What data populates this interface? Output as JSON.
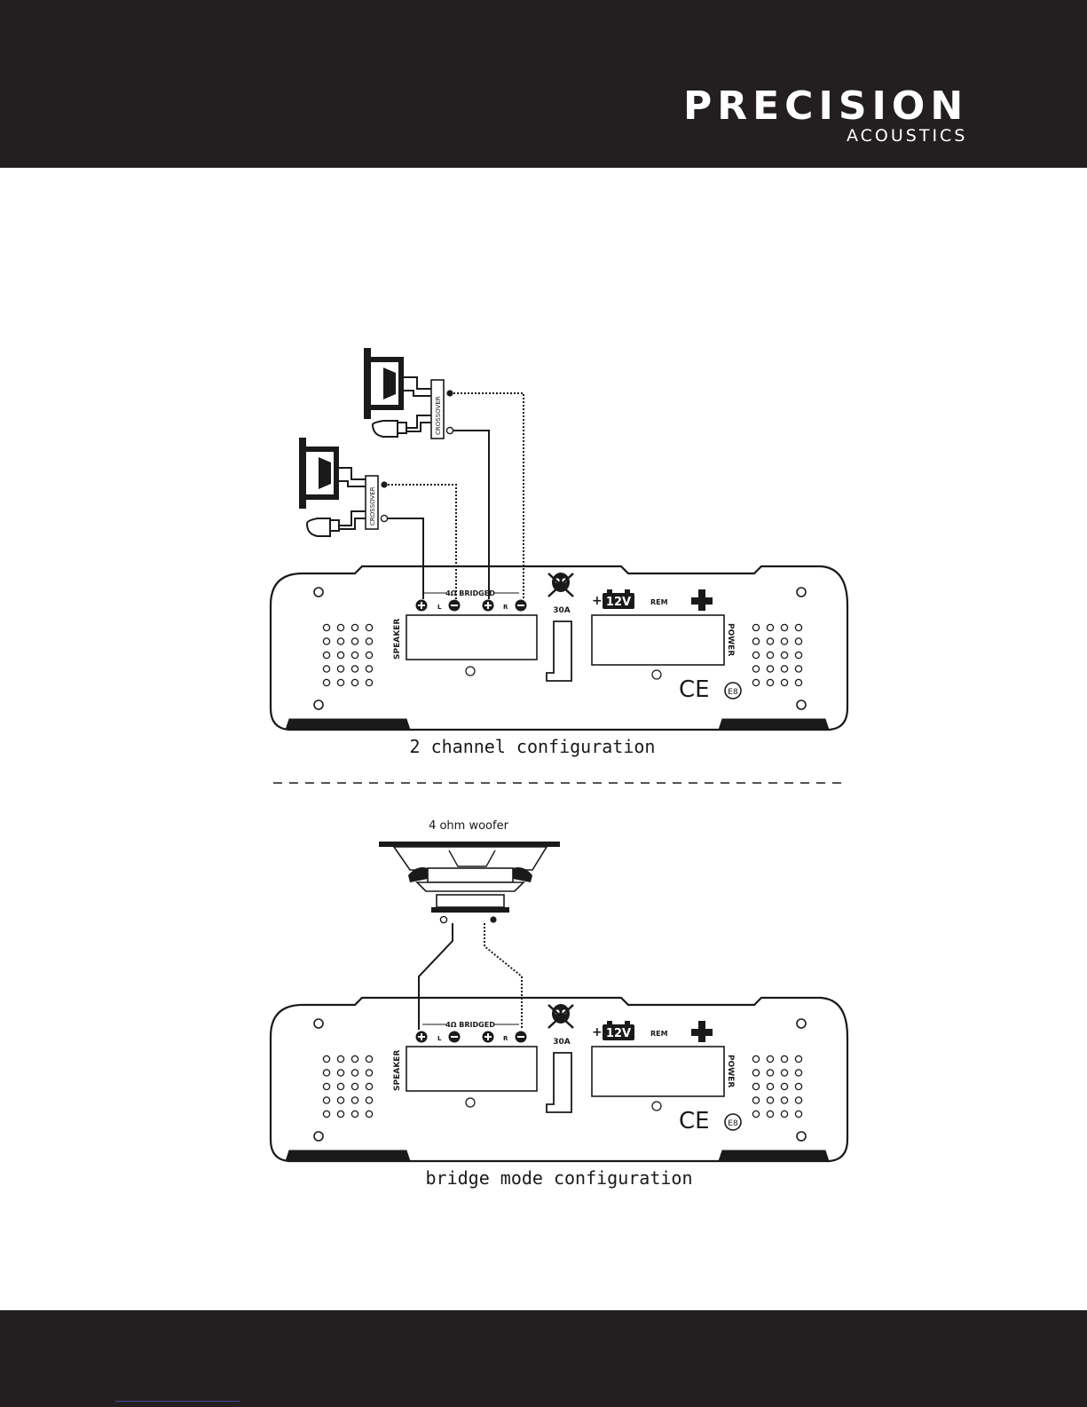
{
  "brand": {
    "name": "PRECISION",
    "sub": "ACOUSTICS"
  },
  "amp": {
    "bridged_label": "4Ω BRIDGED",
    "left_label": "L",
    "right_label": "R",
    "speaker_label": "SPEAKER",
    "power_label": "POWER",
    "fuse_label": "30A",
    "battery_label": "12V",
    "remote_label": "REM",
    "plus_sign": "+",
    "ce_mark": "CE",
    "e_mark": "E8"
  },
  "crossover_label": "CROSSOVER",
  "woofer_label": "4 ohm woofer",
  "captions": {
    "two_channel": "2 channel configuration",
    "bridge": "bridge mode configuration"
  }
}
